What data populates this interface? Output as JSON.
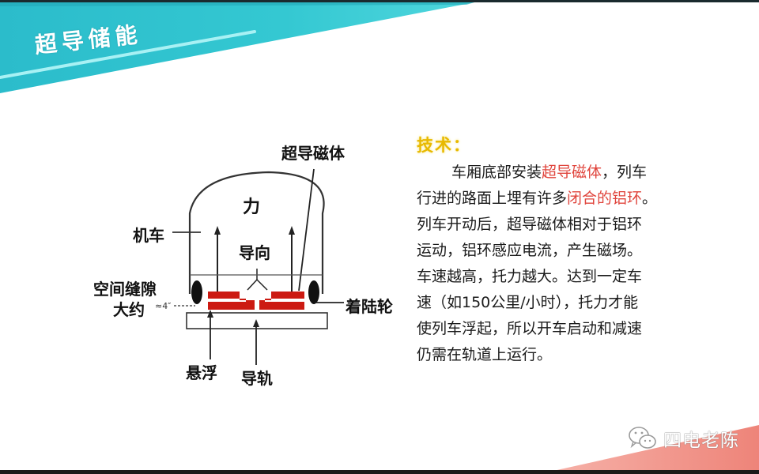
{
  "slide": {
    "title": "超导储能",
    "colors": {
      "banner_teal": "#2fc3cf",
      "banner_line": "#8de9ef",
      "highlight_red": "#e0453d",
      "heading_yellow": "#e8b900",
      "magnet_red": "#cc1a12",
      "corner_pink": "#f08f86"
    }
  },
  "diagram": {
    "labels": {
      "superconducting_magnet": "超导磁体",
      "force": "力",
      "locomotive": "机车",
      "guidance": "导向",
      "air_gap_line1": "空间缝隙",
      "air_gap_line2": "大约",
      "gap_value": "≈4″",
      "landing_wheel": "着陆轮",
      "levitation": "悬浮",
      "guide_rail": "导轨"
    }
  },
  "panel": {
    "heading": "技术：",
    "lines": [
      {
        "parts": [
          {
            "text": "车厢底部安装",
            "hl": false
          },
          {
            "text": "超导磁体",
            "hl": true
          },
          {
            "text": "，列车",
            "hl": false
          }
        ],
        "indent": true
      },
      {
        "parts": [
          {
            "text": "行进的路面上埋有许多",
            "hl": false
          },
          {
            "text": "闭合的铝环",
            "hl": true
          },
          {
            "text": "。",
            "hl": false
          }
        ],
        "indent": false
      },
      {
        "parts": [
          {
            "text": "列车开动后，超导磁体相对于铝环",
            "hl": false
          }
        ],
        "indent": false
      },
      {
        "parts": [
          {
            "text": "运动，铝环感应电流，产生磁场。",
            "hl": false
          }
        ],
        "indent": false
      },
      {
        "parts": [
          {
            "text": "车速越高，托力越大。达到一定车",
            "hl": false
          }
        ],
        "indent": false
      },
      {
        "parts": [
          {
            "text": "速（如150公里/小时），托力才能",
            "hl": false
          }
        ],
        "indent": false
      },
      {
        "parts": [
          {
            "text": "使列车浮起，所以开车启动和减速",
            "hl": false
          }
        ],
        "indent": false
      },
      {
        "parts": [
          {
            "text": "仍需在轨道上运行。",
            "hl": false
          }
        ],
        "indent": false
      }
    ]
  },
  "watermark": {
    "icon": "wechat-icon",
    "text": "四电老陈"
  }
}
